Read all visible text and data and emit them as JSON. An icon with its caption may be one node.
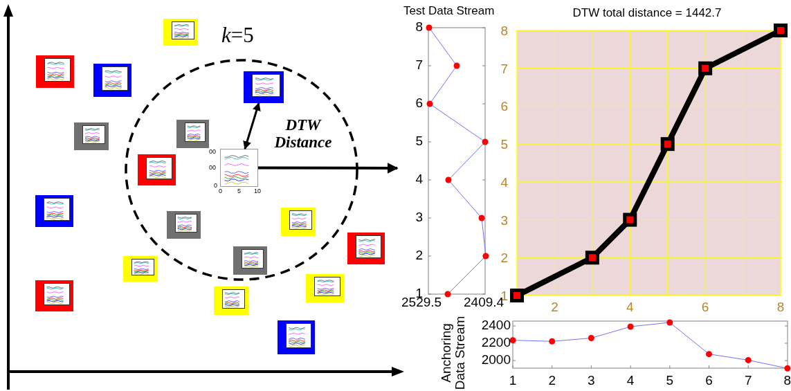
{
  "diagram": {
    "nodes": [
      {
        "text": [],
        "shape": "circle",
        "beside": [
          "*k*=5"
        ]
      },
      {
        "text": [],
        "shape": "picture"
      },
      {
        "text": [],
        "shape": "picture"
      },
      {
        "text": [],
        "shape": "picture"
      },
      {
        "text": [],
        "shape": "picture",
        "in": 0
      },
      {
        "text": [],
        "shape": "picture",
        "in": 0
      },
      {
        "text": [],
        "shape": "picture"
      },
      {
        "text": [],
        "shape": "picture",
        "in": 0,
        "beside": [
          "00",
          "00",
          "0",
          "0",
          "5",
          "10"
        ]
      },
      {
        "text": [],
        "shape": "picture",
        "in": 0
      },
      {
        "text": [],
        "shape": "picture"
      },
      {
        "text": [],
        "shape": "picture",
        "in": 0
      },
      {
        "text": [],
        "shape": "picture",
        "in": 0
      },
      {
        "text": [],
        "shape": "picture"
      },
      {
        "text": [],
        "shape": "picture",
        "in": 0
      },
      {
        "text": [],
        "shape": "picture"
      },
      {
        "text": [],
        "shape": "picture"
      },
      {
        "text": [],
        "shape": "picture"
      },
      {
        "text": [],
        "shape": "picture"
      },
      {
        "text": [],
        "shape": "picture"
      }
    ],
    "edges": [
      {
        "from": 7,
        "to": 4,
        "arrow": "both"
      },
      {
        "from": 7,
        "to": null,
        "arrow": "to"
      }
    ],
    "labels": [
      "Test Data Stream",
      "DTW Distance",
      "8",
      "7",
      "6",
      "5",
      "4",
      "3",
      "2",
      "1",
      "2529.5",
      "2409.4",
      "Anchoring Data Stream",
      "2400",
      "2200",
      "2000",
      "1",
      "2",
      "3",
      "4",
      "5",
      "6",
      "7",
      "8"
    ],
    "chart_data": {
      "type": "line",
      "title": "DTW total distance = 1442.7",
      "x": [
        1,
        3,
        4,
        5,
        6,
        8
      ],
      "series": [
        {
          "color": "#000000",
          "marker": "square",
          "values": [
            1,
            2,
            3,
            5,
            7,
            8
          ]
        }
      ],
      "xlim": [
        1,
        8
      ],
      "ylim": [
        1,
        8
      ],
      "xticks": [
        2,
        4,
        6,
        8
      ],
      "yticks": [
        1,
        2,
        3,
        4,
        5,
        6,
        7,
        8
      ],
      "grid": true
    }
  }
}
